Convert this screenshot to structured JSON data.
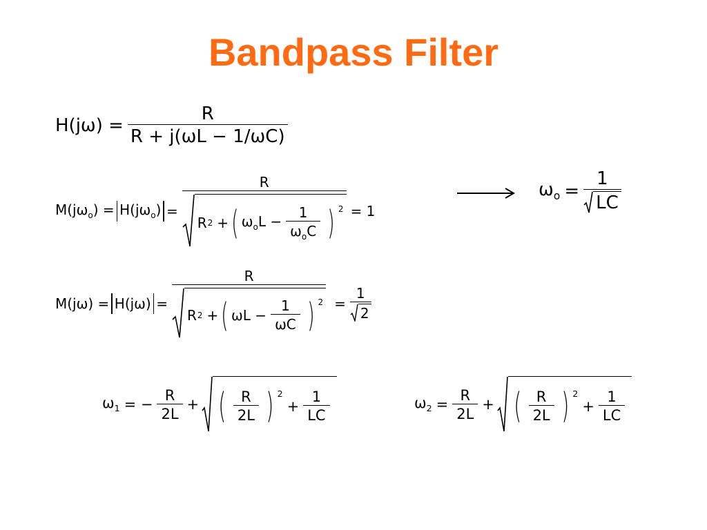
{
  "title": "Bandpass Filter",
  "eq1": {
    "lhs": "H(jω) =",
    "num": "R",
    "den": "R + j(ωL − 1/ωC)"
  },
  "eq2": {
    "lhs": "M(jω",
    "lhs_sub": "o",
    "lhs_close": ") =",
    "abs_open": "H(jω",
    "abs_sub": "o",
    "abs_close": ")",
    "eq": "=",
    "num": "R",
    "r2": "R",
    "r2_exp": "2",
    "plus": "+",
    "inner_lhs": "ω",
    "inner_sub": "o",
    "inner_L": "L −",
    "inner_num": "1",
    "inner_den": "ω",
    "inner_den_sub": "o",
    "inner_den_c": "C",
    "outer_exp": "2",
    "result": "= 1"
  },
  "eq3": {
    "lhs": "ω",
    "lhs_sub": "o",
    "eq": "=",
    "num": "1",
    "den": "LC"
  },
  "eq4": {
    "lhs": "M(jω) =",
    "abs": "H(jω)",
    "eq": "=",
    "num": "R",
    "r2": "R",
    "r2_exp": "2",
    "plus": "+",
    "inner_lhs": "ωL −",
    "inner_num": "1",
    "inner_den": "ωC",
    "outer_exp": "2",
    "eq2": "=",
    "res_num": "1",
    "res_den": "2"
  },
  "eq5": {
    "lhs": "ω",
    "lhs_sub": "1",
    "eq": "= −",
    "a_num": "R",
    "a_den": "2L",
    "plus": "+",
    "b_num": "R",
    "b_den": "2L",
    "b_exp": "2",
    "plus2": "+",
    "c_num": "1",
    "c_den": "LC"
  },
  "eq6": {
    "lhs": "ω",
    "lhs_sub": "2",
    "eq": "=",
    "a_num": "R",
    "a_den": "2L",
    "plus": "+",
    "b_num": "R",
    "b_den": "2L",
    "b_exp": "2",
    "plus2": "+",
    "c_num": "1",
    "c_den": "LC"
  }
}
